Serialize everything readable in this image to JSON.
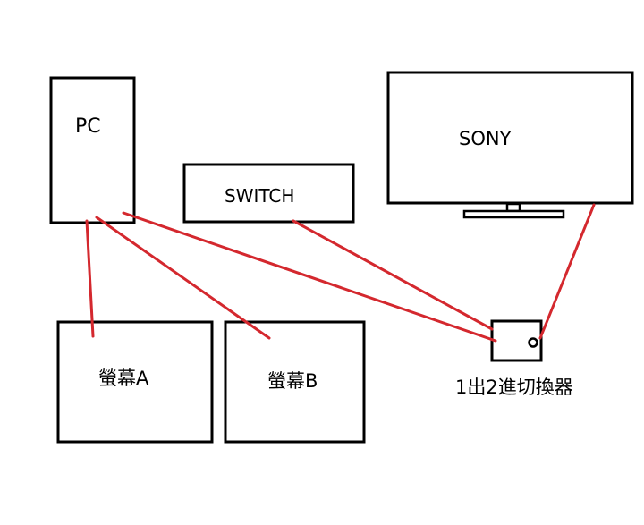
{
  "diagram": {
    "colors": {
      "outline": "#000000",
      "wire": "#d4282e",
      "background": "#ffffff"
    },
    "nodes": {
      "pc": {
        "label": "PC"
      },
      "switch": {
        "label": "SWITCH"
      },
      "sony": {
        "label": "SONY"
      },
      "monitor_a": {
        "label": "螢幕A"
      },
      "monitor_b": {
        "label": "螢幕B"
      },
      "splitter": {
        "label": "1出2進切換器"
      }
    },
    "connections": [
      {
        "from": "PC",
        "to": "螢幕A"
      },
      {
        "from": "PC",
        "to": "螢幕B"
      },
      {
        "from": "PC",
        "to": "1出2進切換器"
      },
      {
        "from": "SWITCH",
        "to": "1出2進切換器"
      },
      {
        "from": "SONY",
        "to": "1出2進切換器"
      }
    ]
  }
}
